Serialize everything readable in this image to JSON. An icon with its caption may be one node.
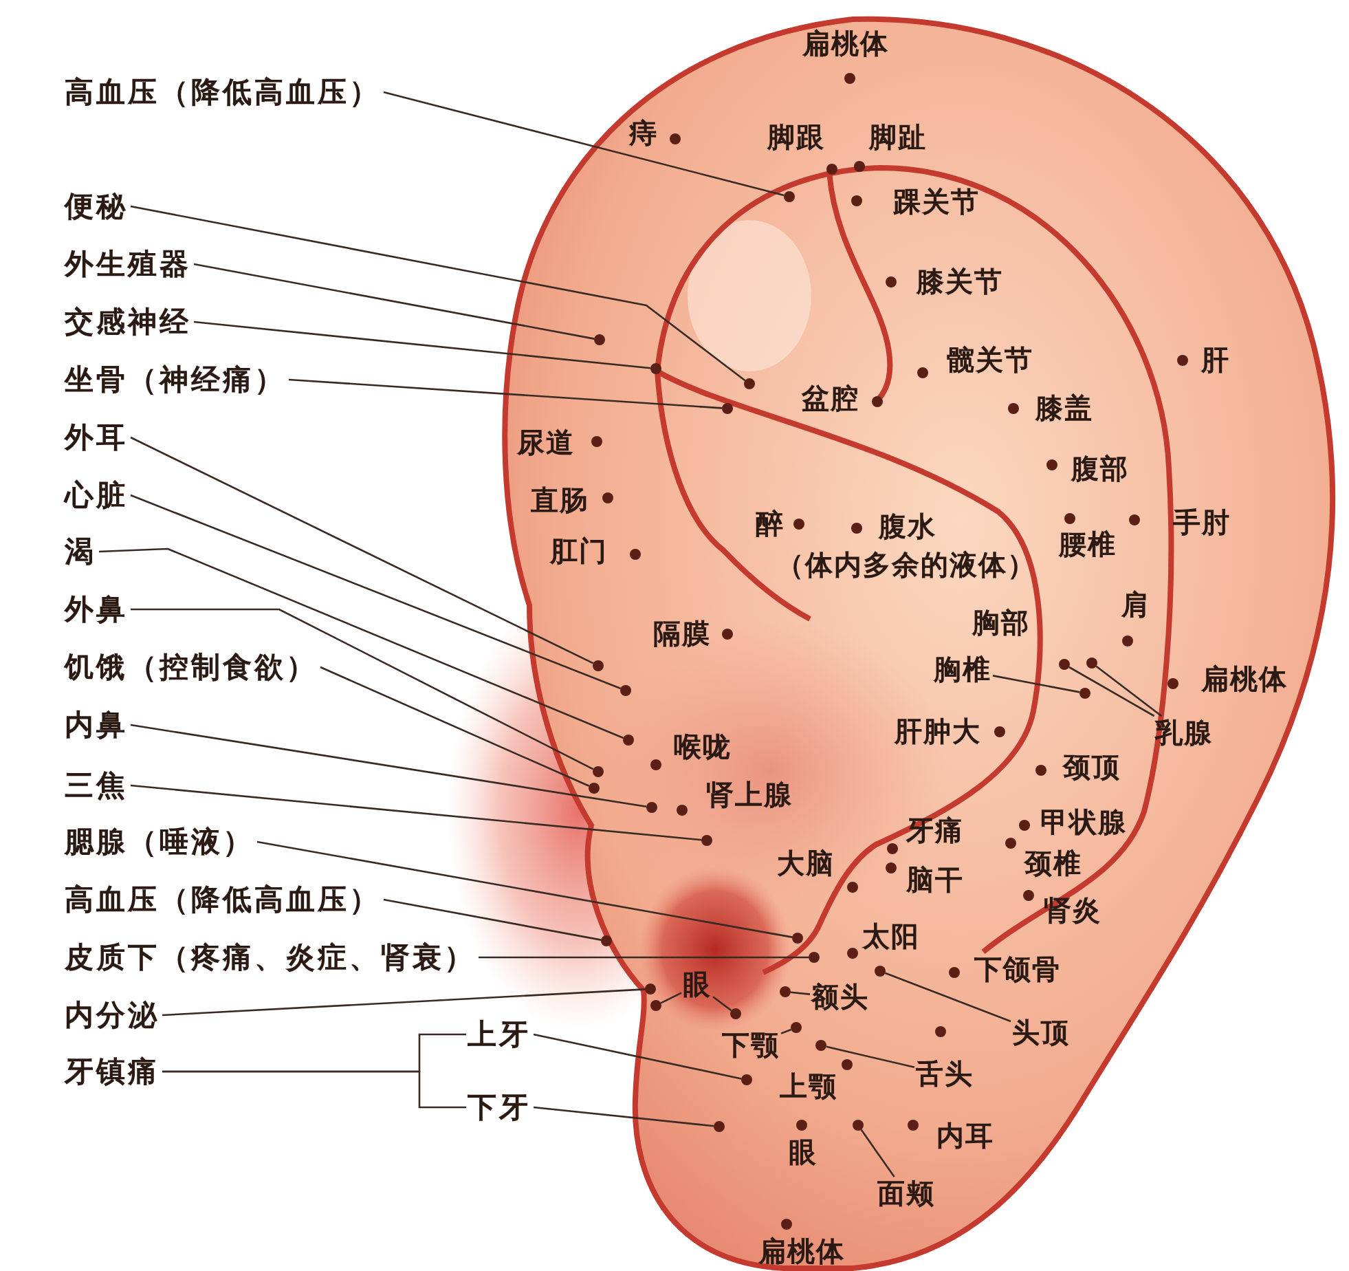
{
  "diagram": {
    "nodes": [
      {
        "text": [
          "高血压（降低高血压）"
        ]
      },
      {
        "text": [],
        "shape": "circle"
      },
      {
        "text": [
          "便秘"
        ]
      },
      {
        "text": [],
        "shape": "circle"
      },
      {
        "text": [
          "外生殖器"
        ]
      },
      {
        "text": [],
        "shape": "circle"
      },
      {
        "text": [
          "交感神经"
        ]
      },
      {
        "text": [],
        "shape": "circle"
      },
      {
        "text": [
          "坐骨（神经痛）"
        ]
      },
      {
        "text": [],
        "shape": "circle"
      },
      {
        "text": [
          "外耳"
        ]
      },
      {
        "text": [],
        "shape": "circle"
      },
      {
        "text": [
          "心脏"
        ]
      },
      {
        "text": [],
        "shape": "circle"
      },
      {
        "text": [
          "渴"
        ]
      },
      {
        "text": [],
        "shape": "circle"
      },
      {
        "text": [
          "外鼻"
        ]
      },
      {
        "text": [],
        "shape": "circle"
      },
      {
        "text": [
          "饥饿（控制食欲）"
        ]
      },
      {
        "text": [],
        "shape": "circle"
      },
      {
        "text": [
          "内鼻"
        ]
      },
      {
        "text": [],
        "shape": "circle"
      },
      {
        "text": [
          "三焦"
        ]
      },
      {
        "text": [],
        "shape": "circle"
      },
      {
        "text": [
          "腮腺（唾液）"
        ]
      },
      {
        "text": [],
        "shape": "circle"
      },
      {
        "text": [
          "高血压（降低高血压）"
        ]
      },
      {
        "text": [],
        "shape": "circle"
      },
      {
        "text": [
          "皮质下（疼痛、炎症、肾衰）"
        ]
      },
      {
        "text": [],
        "shape": "circle"
      },
      {
        "text": [
          "内分泌"
        ]
      },
      {
        "text": [],
        "shape": "circle"
      },
      {
        "text": [
          "牙镇痛"
        ]
      },
      {
        "text": [
          "上牙"
        ]
      },
      {
        "text": [],
        "shape": "circle"
      },
      {
        "text": [
          "下牙"
        ]
      },
      {
        "text": [],
        "shape": "circle"
      },
      {
        "text": [
          "胸椎"
        ]
      },
      {
        "text": [],
        "shape": "circle"
      },
      {
        "text": [
          "乳腺"
        ]
      },
      {
        "text": [],
        "shape": "circle"
      },
      {
        "text": [],
        "shape": "circle"
      },
      {
        "text": [
          "眼"
        ]
      },
      {
        "text": [],
        "shape": "circle"
      },
      {
        "text": [],
        "shape": "circle"
      },
      {
        "text": [
          "额头"
        ]
      },
      {
        "text": [],
        "shape": "circle"
      },
      {
        "text": [
          "下颚"
        ]
      },
      {
        "text": [],
        "shape": "circle"
      },
      {
        "text": [
          "舌头"
        ]
      },
      {
        "text": [],
        "shape": "circle"
      },
      {
        "text": [
          "头顶"
        ]
      },
      {
        "text": [],
        "shape": "circle"
      },
      {
        "text": [
          "面颊"
        ]
      },
      {
        "text": [],
        "shape": "circle"
      }
    ],
    "edges": [
      {
        "from": 0,
        "to": 1,
        "arrow": "none"
      },
      {
        "from": 2,
        "to": 3,
        "arrow": "none"
      },
      {
        "from": 4,
        "to": 5,
        "arrow": "none"
      },
      {
        "from": 6,
        "to": 7,
        "arrow": "none"
      },
      {
        "from": 8,
        "to": 9,
        "arrow": "none"
      },
      {
        "from": 10,
        "to": 11,
        "arrow": "none"
      },
      {
        "from": 12,
        "to": 13,
        "arrow": "none"
      },
      {
        "from": 14,
        "to": 15,
        "arrow": "none"
      },
      {
        "from": 16,
        "to": 17,
        "arrow": "none"
      },
      {
        "from": 18,
        "to": 19,
        "arrow": "none"
      },
      {
        "from": 20,
        "to": 21,
        "arrow": "none"
      },
      {
        "from": 22,
        "to": 23,
        "arrow": "none"
      },
      {
        "from": 24,
        "to": 25,
        "arrow": "none"
      },
      {
        "from": 26,
        "to": 27,
        "arrow": "none"
      },
      {
        "from": 28,
        "to": 29,
        "arrow": "none"
      },
      {
        "from": 30,
        "to": 31,
        "arrow": "none"
      },
      {
        "from": 32,
        "to": 33,
        "arrow": "none"
      },
      {
        "from": 32,
        "to": 35,
        "arrow": "none"
      },
      {
        "from": 33,
        "to": 34,
        "arrow": "none"
      },
      {
        "from": 35,
        "to": 36,
        "arrow": "none"
      },
      {
        "from": 37,
        "to": 38,
        "arrow": "none"
      },
      {
        "from": 39,
        "to": 40,
        "arrow": "none"
      },
      {
        "from": 39,
        "to": 41,
        "arrow": "none"
      },
      {
        "from": 42,
        "to": 43,
        "arrow": "none"
      },
      {
        "from": 42,
        "to": 44,
        "arrow": "none"
      },
      {
        "from": 45,
        "to": 46,
        "arrow": "none"
      },
      {
        "from": 47,
        "to": 48,
        "arrow": "none"
      },
      {
        "from": 49,
        "to": 50,
        "arrow": "none"
      },
      {
        "from": 51,
        "to": 52,
        "arrow": "none"
      },
      {
        "from": 53,
        "to": 54,
        "arrow": "none"
      }
    ],
    "labels": [
      "扁桃体",
      "痔",
      "脚跟",
      "脚趾",
      "踝关节",
      "膝关节",
      "髋关节",
      "肝",
      "盆腔",
      "膝盖",
      "尿道",
      "腹部",
      "直肠",
      "肛门",
      "醉",
      "腹水",
      "（体内多余的液体）",
      "腰椎",
      "手肘",
      "肩",
      "隔膜",
      "胸部",
      "扁桃体",
      "肝肿大",
      "喉咙",
      "颈顶",
      "肾上腺",
      "牙痛",
      "甲状腺",
      "大脑",
      "脑干",
      "颈椎",
      "肾炎",
      "太阳",
      "下颌骨",
      "上颚",
      "内耳",
      "眼",
      "扁桃体"
    ]
  }
}
